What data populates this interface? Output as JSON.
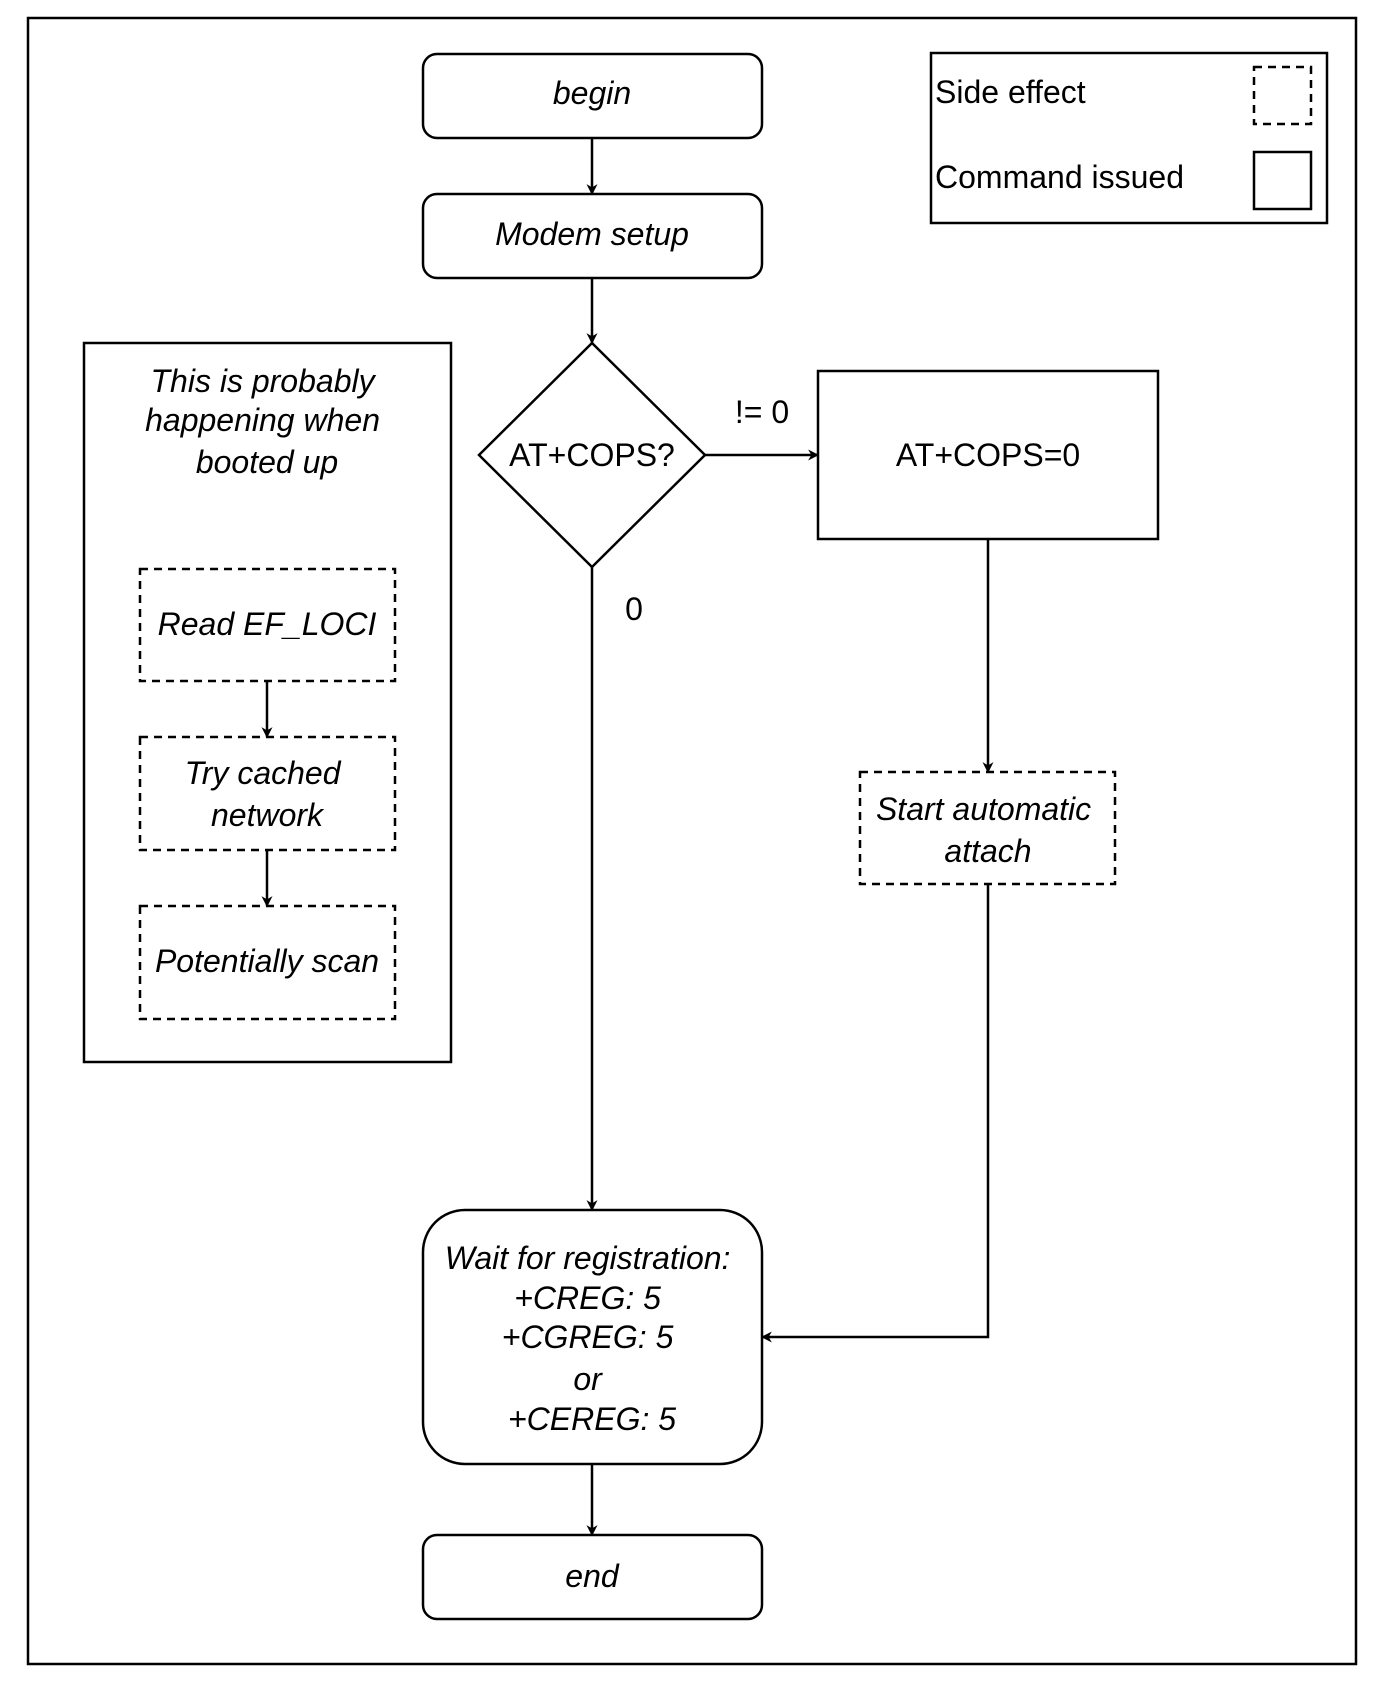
{
  "legend": {
    "side_effect": "Side effect",
    "command_issued": "Command issued"
  },
  "flow": {
    "begin": "begin",
    "modem_setup": "Modem setup",
    "decision": "AT+COPS?",
    "branch_nonzero": "!= 0",
    "branch_zero": "0",
    "cops_command": "AT+COPS=0",
    "auto_attach": [
      "Start automatic",
      "attach"
    ],
    "wait": [
      "Wait for registration:",
      "+CREG: 5",
      "+CGREG: 5",
      "or",
      "+CEREG: 5"
    ],
    "end": "end"
  },
  "boot_panel": {
    "title": [
      "This is probably",
      "happening when",
      "booted up"
    ],
    "steps": {
      "read": "Read EF_LOCI",
      "cached": [
        "Try cached",
        "network"
      ],
      "scan": "Potentially scan"
    }
  }
}
